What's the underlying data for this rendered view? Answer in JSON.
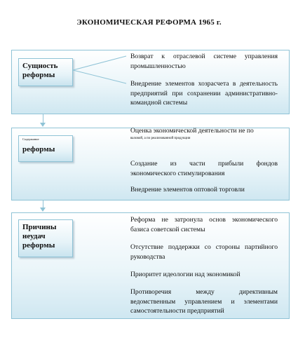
{
  "title": "ЭКОНОМИЧЕСКАЯ РЕФОРМА 1965 г.",
  "sections": [
    {
      "label": "Сущность реформы",
      "items": [
        "Возврат к отраслевой системе управления промышленностью",
        "Внедрение элементов хозрасчета в деятельность предприятий при сохранении административно-командной системы"
      ]
    },
    {
      "label_small": "Содержание",
      "label": "реформы",
      "items": [
        "Оценка экономической деятельности не по",
        "валовой, а по реализованной продукции",
        "Создание из части прибыли фондов экономического стимулирования",
        "Внедрение элементов оптовой торговли"
      ]
    },
    {
      "label": "Причины неудач реформы",
      "items": [
        "Реформа не затронула основ экономического базиса советской системы",
        "Отсутствие поддержки со стороны партийного руководства",
        "Приоритет идеологии над экономикой",
        "Противоречия между директивным ведомственным управлением и элементами самостоятельности предприятий"
      ]
    }
  ],
  "colors": {
    "border": "#8fc3d6",
    "panel_fill": "#cfe7f1"
  }
}
